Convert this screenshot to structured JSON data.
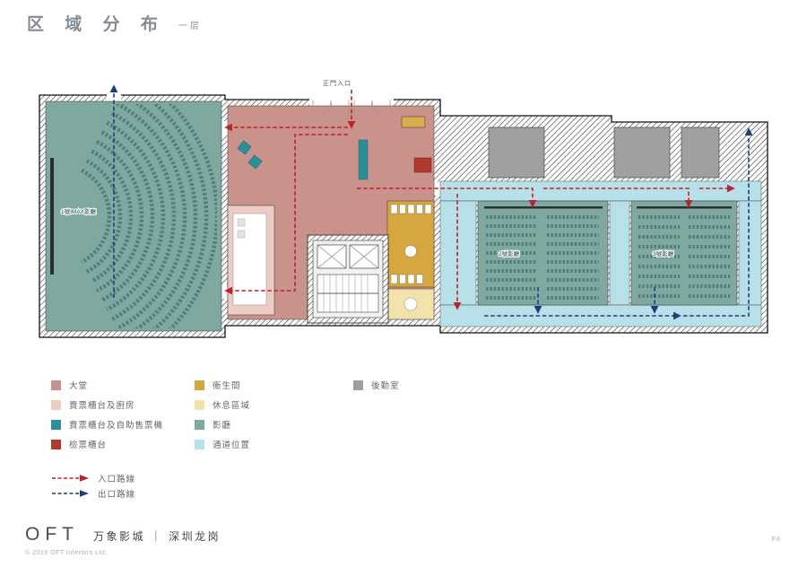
{
  "header": {
    "title": "区 域 分 布",
    "subtitle": "一层"
  },
  "plan": {
    "entrance_label": "正門入口",
    "theater1_label": "1號IMAX影廳",
    "theater2_label": "2號影廳",
    "theater3_label": "3號影廳"
  },
  "legend": {
    "items": [
      {
        "label": "大堂",
        "color": "#c9938c"
      },
      {
        "label": "賣票櫃台及廚房",
        "color": "#edccc5"
      },
      {
        "label": "賣票櫃台及自助售票機",
        "color": "#2a8f99"
      },
      {
        "label": "檢票櫃台",
        "color": "#b03a30"
      },
      {
        "label": "衛生間",
        "color": "#d6a73e"
      },
      {
        "label": "休息區域",
        "color": "#f2e3ab"
      },
      {
        "label": "影廳",
        "color": "#7fa8a1"
      },
      {
        "label": "通道位置",
        "color": "#b7e0e8"
      },
      {
        "label": "後勤室",
        "color": "#a0a0a0"
      }
    ],
    "routes": [
      {
        "label": "入口路線",
        "color": "#c1202c"
      },
      {
        "label": "出口路線",
        "color": "#1e3d7c"
      }
    ]
  },
  "footer": {
    "logo": "OFT",
    "project": "万象影城 ｜ 深圳龙岗",
    "copyright": "© 2019 OFT Interiors Ltd.",
    "page": "P.8"
  }
}
